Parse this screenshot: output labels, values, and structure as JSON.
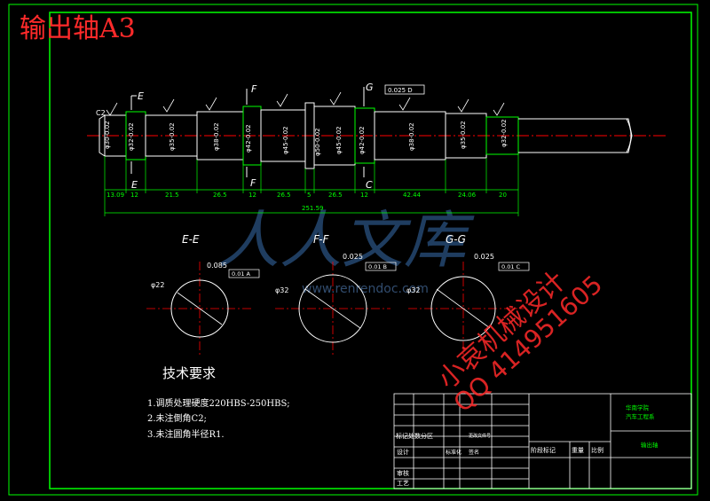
{
  "title": "输出轴A3",
  "watermark": {
    "center": "人人文库",
    "url": "www.renrendoc.com",
    "shop": "小哀机械设计",
    "qq": "QQ 414951605"
  },
  "labels": {
    "sec_e": "E",
    "sec_e2": "E",
    "sec_f": "F",
    "sec_f2": "F",
    "sec_g": "G",
    "sec_c": "C",
    "view_ee": "E-E",
    "view_ff": "F-F",
    "view_gg": "G-G",
    "chamfer": "C2",
    "tol_top": "0.025 D",
    "tol_e": "0.01 A",
    "tol_f": "0.01 B",
    "tol_g": "0.01 C",
    "key_e": "0.085",
    "key_f": "0.025",
    "key_g": "0.025",
    "dia_e": "φ22",
    "dia_f": "φ32",
    "dia_g": "φ32"
  },
  "dims": {
    "seg1": "13.09",
    "seg2": "12",
    "seg3": "21.5",
    "seg4": "26.5",
    "seg5": "12",
    "seg6": "26.5",
    "seg7": "5",
    "seg8": "26.5",
    "seg9": "12",
    "seg10": "42.44",
    "seg11": "24.06",
    "seg12": "20",
    "total": "251.59"
  },
  "tech": {
    "heading": "技术要求",
    "line1": "1.调质处理硬度220HBS-250HBS;",
    "line2": "2.未注倒角C2;",
    "line3": "3.未注圆角半径R1."
  },
  "titleblock": {
    "school": "华南学院",
    "dept": "汽车工程系",
    "part": "输出轴",
    "mark_row": "标记处数分区",
    "change": "更改文件号",
    "sign": "签名",
    "design": "设计",
    "std": "标准化",
    "review": "审核",
    "craft": "工艺",
    "stage": "阶段标记",
    "weight": "重量",
    "scale": "比例"
  },
  "colors": {
    "frame": "#00ff00",
    "line": "#ffffff",
    "center": "#ff0000",
    "title": "#ff0000",
    "dim": "#00ff00"
  }
}
